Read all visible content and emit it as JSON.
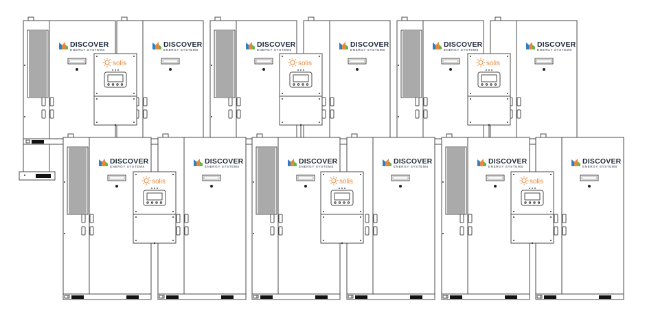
{
  "brand": {
    "name": "DISCOVER",
    "subtitle": "ENERGY SYSTEMS",
    "logo_colors": [
      "#2f7fc1",
      "#e8883a",
      "#6cb24a"
    ]
  },
  "inverter": {
    "name": "solis",
    "accent": "#e8883a"
  },
  "scene": {
    "top_row_cabinet_count": 6,
    "bottom_row_cabinet_count": 6,
    "inverter_count": 6
  }
}
